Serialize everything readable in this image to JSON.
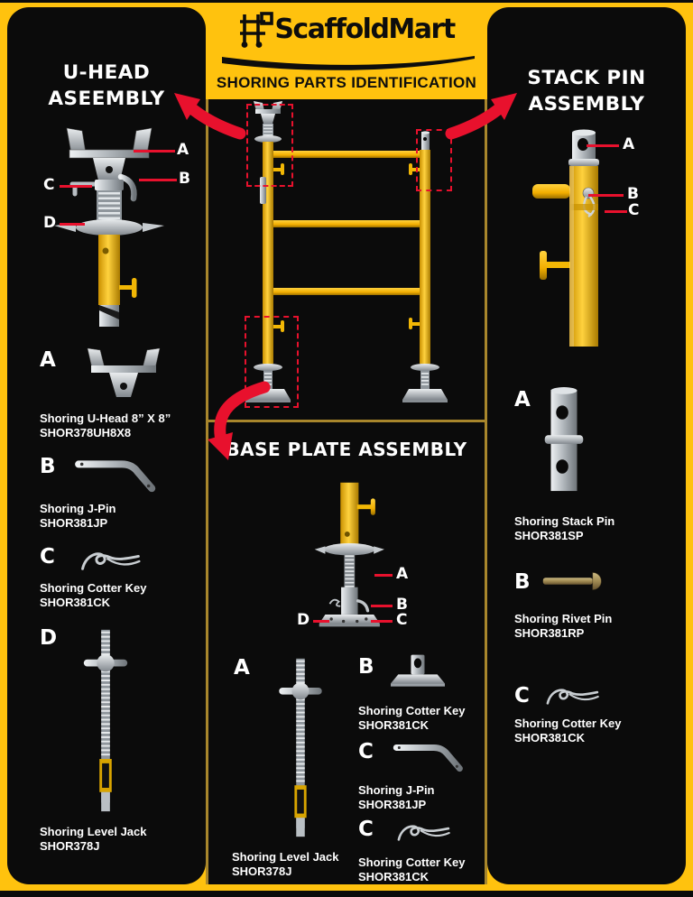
{
  "brand": {
    "name": "ScaffoldMart",
    "banner": "SHORING PARTS IDENTIFICATION"
  },
  "colors": {
    "yellow": "#FFC20E",
    "red": "#E8112D",
    "panel_black": "#0B0B0B",
    "divider_gold": "#A8862C",
    "text_white": "#FFFFFF"
  },
  "uhead": {
    "title_line1": "U-HEAD",
    "title_line2": "ASEEMBLY",
    "diagram_labels": [
      "A",
      "B",
      "C",
      "D"
    ],
    "parts": [
      {
        "key": "A",
        "name": "Shoring U-Head 8” X 8”",
        "sku": "SHOR378UH8X8",
        "icon": "u-head-icon"
      },
      {
        "key": "B",
        "name": "Shoring J-Pin",
        "sku": "SHOR381JP",
        "icon": "j-pin-icon"
      },
      {
        "key": "C",
        "name": "Shoring Cotter Key",
        "sku": "SHOR381CK",
        "icon": "cotter-key-icon"
      },
      {
        "key": "D",
        "name": "Shoring Level Jack",
        "sku": "SHOR378J",
        "icon": "level-jack-icon"
      }
    ]
  },
  "stackpin": {
    "title_line1": "STACK PIN",
    "title_line2": "ASSEMBLY",
    "diagram_labels": [
      "A",
      "B",
      "C"
    ],
    "parts": [
      {
        "key": "A",
        "name": "Shoring Stack Pin",
        "sku": "SHOR381SP",
        "icon": "stack-pin-icon"
      },
      {
        "key": "B",
        "name": "Shoring Rivet Pin",
        "sku": "SHOR381RP",
        "icon": "rivet-pin-icon"
      },
      {
        "key": "C",
        "name": "Shoring Cotter Key",
        "sku": "SHOR381CK",
        "icon": "cotter-key-icon"
      }
    ]
  },
  "baseplate": {
    "title": "BASE PLATE ASSEMBLY",
    "diagram_labels": [
      "A",
      "B",
      "C",
      "D"
    ],
    "part_a": {
      "key": "A",
      "name": "Shoring Level Jack",
      "sku": "SHOR378J",
      "icon": "level-jack-icon"
    },
    "parts": [
      {
        "key": "B",
        "name": "Shoring Cotter Key",
        "sku": "SHOR381CK",
        "icon": "base-plate-icon"
      },
      {
        "key": "C",
        "name": "Shoring J-Pin",
        "sku": "SHOR381JP",
        "icon": "j-pin-icon"
      },
      {
        "key": "C",
        "name": "Shoring Cotter Key",
        "sku": "SHOR381CK",
        "icon": "cotter-key-icon"
      }
    ]
  }
}
